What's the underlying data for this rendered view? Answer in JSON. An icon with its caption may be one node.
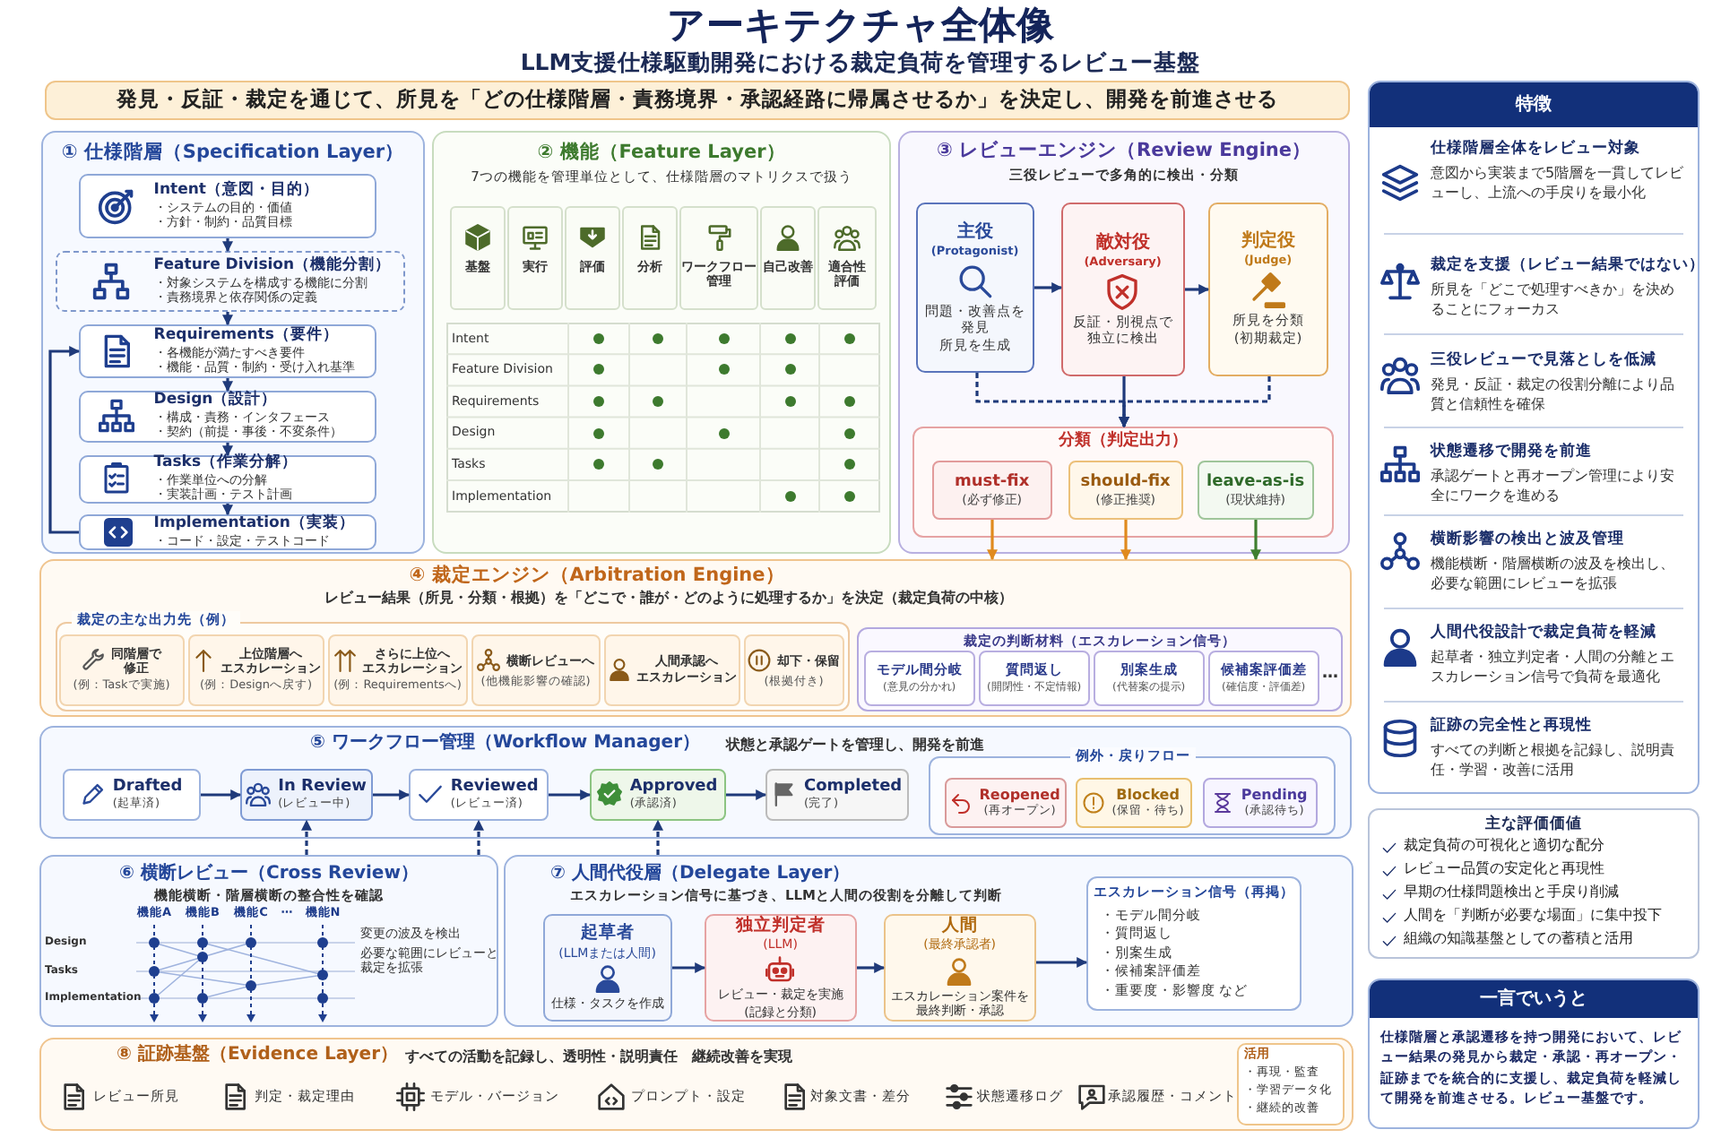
{
  "diagram": {
    "title": "アーキテクチャ全体像",
    "nodes": [
      {
        "text": [
          "発見・反証・裁定を通じて、所見を「どの仕様階層・責務境界・承認経路に帰属させるか」を決定し、開発を前進させる"
        ]
      },
      {
        "text": [
          "① 仕様階層（Specification Layer）"
        ]
      },
      {
        "text": [
          "Intent（意図・目的）",
          "・システムの目的・価値",
          "・方針・制約・品質目標"
        ],
        "in": 1
      },
      {
        "text": [
          "Feature Division（機能分割）",
          "・対象システムを構成する機能に分割",
          "・責務境界と依存関係の定義"
        ],
        "in": 1
      },
      {
        "text": [
          "Requirements（要件）",
          "・各機能が満たすべき要件",
          "・機能・品質・制約・受け入れ基準"
        ],
        "in": 1
      },
      {
        "text": [
          "Design（設計）",
          "・構成・責務・インタフェース",
          "・契約（前提・事後・不変条件）"
        ],
        "in": 1
      },
      {
        "text": [
          "Tasks（作業分解）",
          "・作業単位への分解",
          "・実装計画・テスト計画"
        ],
        "in": 1
      },
      {
        "text": [
          "Implementation（実装）",
          "・コード・設定・テストコード"
        ],
        "in": 1
      },
      {
        "text": [
          "② 機能（Feature Layer）",
          "7つの機能を管理単位として、仕様階層のマトリクスで扱う"
        ]
      },
      {
        "text": [
          "③ レビューエンジン（Review Engine）",
          "三役レビューで多角的に検出・分類"
        ]
      },
      {
        "text": [
          "主役",
          "(Protagonist)",
          "問題・改善点を発見",
          "所見を生成"
        ],
        "in": 9
      },
      {
        "text": [
          "敵対役",
          "(Adversary)",
          "反証・別視点で独立に検出"
        ],
        "in": 9
      },
      {
        "text": [
          "判定役",
          "(Judge)",
          "所見を分類",
          "(初期裁定)"
        ],
        "in": 9
      },
      {
        "text": [
          "分類（判定出力）"
        ],
        "in": 9
      },
      {
        "text": [
          "must-fix",
          "(必ず修正)"
        ],
        "in": 13
      },
      {
        "text": [
          "should-fix",
          "(修正推奨)"
        ],
        "in": 13
      },
      {
        "text": [
          "leave-as-is",
          "(現状維持)"
        ],
        "in": 13
      },
      {
        "text": [
          "④ 裁定エンジン（Arbitration Engine）",
          "レビュー結果（所見・分類・根拠）を「どこで・誰が・どのように処理するか」を決定（裁定負荷の中核）"
        ]
      },
      {
        "text": [
          "裁定の主な出力先（例）"
        ],
        "in": 17
      },
      {
        "text": [
          "同階層で修正",
          "(例：Taskで実施)"
        ],
        "in": 18
      },
      {
        "text": [
          "上位階層へエスカレーション",
          "(例：Designへ戻す)"
        ],
        "in": 18
      },
      {
        "text": [
          "さらに上位へエスカレーション",
          "(例：Requirementsへ)"
        ],
        "in": 18
      },
      {
        "text": [
          "横断レビューへ",
          "(他機能影響の確認)"
        ],
        "in": 18
      },
      {
        "text": [
          "人間承認へエスカレーション"
        ],
        "in": 18
      },
      {
        "text": [
          "却下・保留",
          "(根拠付き)"
        ],
        "in": 18
      },
      {
        "text": [
          "裁定の判断材料（エスカレーション信号）"
        ],
        "in": 17
      },
      {
        "text": [
          "モデル間分岐",
          "(意見の分かれ)"
        ],
        "in": 25
      },
      {
        "text": [
          "質問返し",
          "(開閉性・不定情報)"
        ],
        "in": 25
      },
      {
        "text": [
          "別案生成",
          "(代替案の提示)"
        ],
        "in": 25
      },
      {
        "text": [
          "候補案評価差",
          "(確信度・評価差)"
        ],
        "in": 25
      },
      {
        "text": [
          "⑤ ワークフロー管理（Workflow Manager）",
          "状態と承認ゲートを管理し、開発を前進"
        ]
      },
      {
        "text": [
          "Drafted",
          "(起草済)"
        ],
        "in": 30
      },
      {
        "text": [
          "In Review",
          "(レビュー中)"
        ],
        "in": 30
      },
      {
        "text": [
          "Reviewed",
          "(レビュー済)"
        ],
        "in": 30
      },
      {
        "text": [
          "Approved",
          "(承認済)"
        ],
        "in": 30
      },
      {
        "text": [
          "Completed",
          "(完了)"
        ],
        "in": 30
      },
      {
        "text": [
          "例外・戻りフロー"
        ],
        "in": 30
      },
      {
        "text": [
          "Reopened",
          "(再オープン)"
        ],
        "in": 36
      },
      {
        "text": [
          "Blocked",
          "(保留・待ち)"
        ],
        "in": 36
      },
      {
        "text": [
          "Pending",
          "(承認待ち)"
        ],
        "in": 36
      },
      {
        "text": [
          "⑥ 横断レビュー（Cross Review）",
          "機能横断・階層横断の整合性を確認"
        ]
      },
      {
        "text": [
          "⑦ 人間代役層（Delegate Layer）",
          "エスカレーション信号に基づき、LLMと人間の役割を分離して判断"
        ]
      },
      {
        "text": [
          "起草者",
          "(LLMまたは人間)",
          "仕様・タスクを作成"
        ],
        "in": 41
      },
      {
        "text": [
          "独立判定者",
          "(LLM)",
          "レビュー・裁定を実施",
          "(記録と分類)"
        ],
        "in": 41
      },
      {
        "text": [
          "人間",
          "(最終承認者)",
          "エスカレーション案件を最終判断・承認"
        ],
        "in": 41
      },
      {
        "text": [
          "エスカレーション信号（再掲）",
          "・モデル間分岐",
          "・質問返し",
          "・別案生成",
          "・候補案評価差",
          "・重要度・影響度 など"
        ],
        "in": 41
      },
      {
        "text": [
          "⑧ 証跡基盤（Evidence Layer）",
          "すべての活動を記録し、透明性・説明責任　継続改善を実現",
          "レビュー所見",
          "判定・裁定理由",
          "モデル・バージョン",
          "プロンプト・設定",
          "対象文書・差分",
          "状態遷移ログ",
          "承認履歴・コメント"
        ]
      },
      {
        "text": [
          "活用",
          "・再現・監査",
          "・学習データ化",
          "・継続的改善"
        ],
        "in": 46
      },
      {
        "text": [
          "特徴",
          "仕様階層全体をレビュー対象",
          "意図から実装まで5階層を一貫してレビューし、上流への手戻りを最小化",
          "裁定を支援（レビュー結果ではない）",
          "所見を「どこで処理すべきか」を決めることにフォーカス",
          "三役レビューで見落としを低減",
          "発見・反証・裁定の役割分離により品質と信頼性を確保",
          "状態遷移で開発を前進",
          "承認ゲートと再オープン管理により安全にワークを進める",
          "横断影響の検出と波及管理",
          "機能横断・階層横断の波及を検出し、必要な範囲にレビューを拡張",
          "人間代役設計で裁定負荷を軽減",
          "起草者・独立判定者・人間の分離とエスカレーション信号で負荷を最適化",
          "証跡の完全性と再現性",
          "すべての判断と根拠を記録し、説明責任・学習・改善に活用"
        ]
      },
      {
        "text": [
          "主な評価価値",
          "裁定負荷の可視化と適切な配分",
          "レビュー品質の安定化と再現性",
          "早期の仕様問題検出と手戻り削減",
          "人間を「判断が必要な場面」に集中投下",
          "組織の知識基盤としての蓄積と活用"
        ]
      },
      {
        "text": [
          "一言でいうと",
          "仕様階層と承認遷移を持つ開発において、レビュー結果の発見から裁定・承認・再オープン・証跡までを統合的に支援し、裁定負荷を軽減して開発を前進させる。レビュー基盤です。"
        ]
      }
    ],
    "edges": [
      {
        "from": 2,
        "to": 3,
        "arrow": "to"
      },
      {
        "from": 3,
        "to": 4,
        "arrow": "to"
      },
      {
        "from": 4,
        "to": 5,
        "arrow": "to"
      },
      {
        "from": 5,
        "to": 6,
        "arrow": "to"
      },
      {
        "from": 6,
        "to": 7,
        "arrow": "to"
      },
      {
        "from": 7,
        "to": 4,
        "arrow": "to"
      },
      {
        "from": 10,
        "to": 11,
        "arrow": "to"
      },
      {
        "from": 11,
        "to": 12,
        "arrow": "to"
      },
      {
        "from": 11,
        "to": 13,
        "arrow": "to"
      },
      {
        "from": 10,
        "to": 13,
        "arrow": "to",
        "style": "dashed"
      },
      {
        "from": 12,
        "to": 13,
        "arrow": "to",
        "style": "dashed"
      },
      {
        "from": 14,
        "to": 17,
        "arrow": "to",
        "color": "#e08a1e"
      },
      {
        "from": 15,
        "to": 17,
        "arrow": "to",
        "color": "#e08a1e"
      },
      {
        "from": 16,
        "to": 17,
        "arrow": "to",
        "color": "#3f7f2f"
      },
      {
        "from": 31,
        "to": 32,
        "arrow": "to"
      },
      {
        "from": 32,
        "to": 33,
        "arrow": "to"
      },
      {
        "from": 33,
        "to": 34,
        "arrow": "to"
      },
      {
        "from": 34,
        "to": 35,
        "arrow": "to"
      },
      {
        "from": 40,
        "to": 32,
        "arrow": "to",
        "style": "dashed"
      },
      {
        "from": 40,
        "to": 33,
        "arrow": "to",
        "style": "dashed"
      },
      {
        "from": 41,
        "to": 34,
        "arrow": "to",
        "style": "dashed"
      },
      {
        "from": 42,
        "to": 43,
        "arrow": "to"
      },
      {
        "from": 43,
        "to": 44,
        "arrow": "to"
      },
      {
        "from": 44,
        "to": 45,
        "arrow": "to"
      }
    ],
    "labels": [
      "LLM支援仕様駆動開発における裁定負荷を管理するレビュー基盤",
      "基盤",
      "実行",
      "評価",
      "分析",
      "ワークフロー管理",
      "自己改善",
      "適合性評価",
      "Intent",
      "Feature Division",
      "Requirements",
      "Design",
      "Tasks",
      "Implementation",
      "…",
      "機能A",
      "機能B",
      "機能C",
      "⋯",
      "機能N",
      "Design",
      "Tasks",
      "Implementation",
      "変更の波及を検出",
      "必要な範囲にレビューと裁定を拡張"
    ]
  }
}
